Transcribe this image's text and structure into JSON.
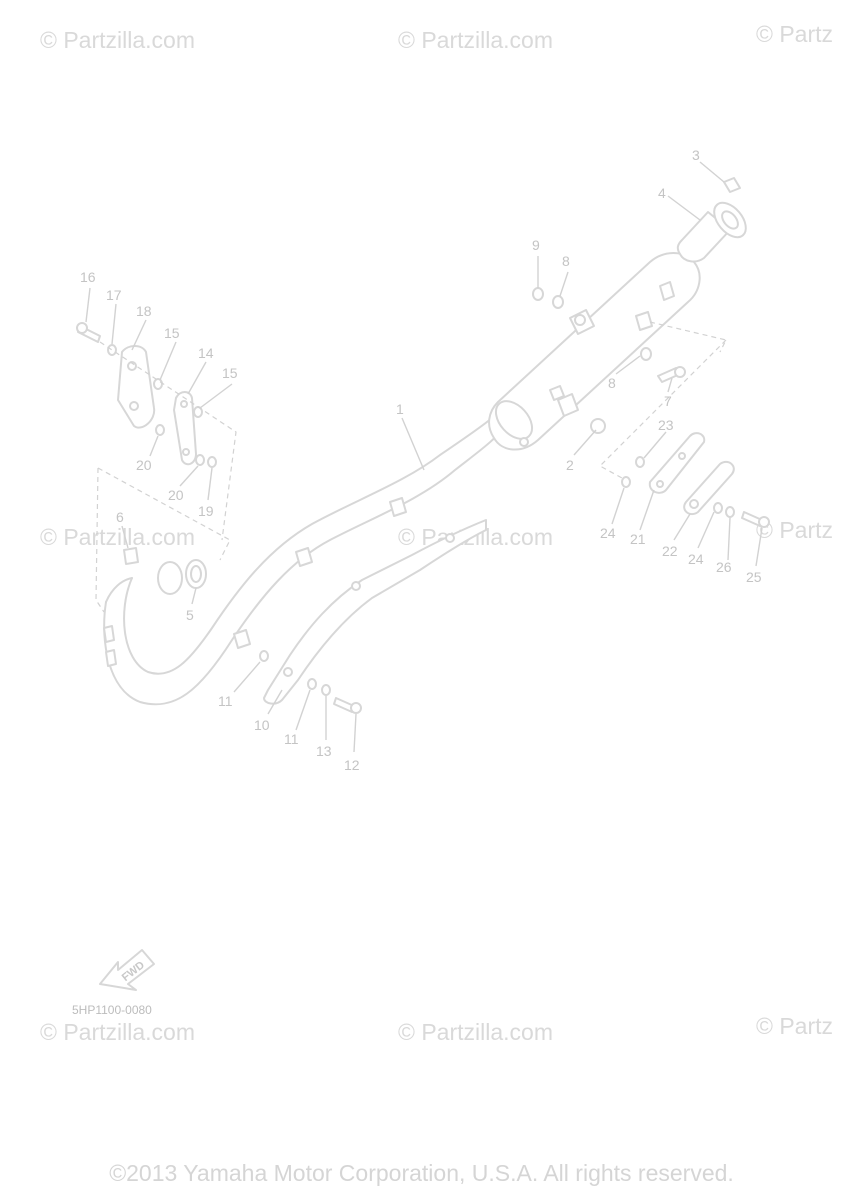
{
  "watermarks": [
    "© Partzilla.com",
    "© Partzilla.com",
    "© Partz",
    "© Partzilla.com",
    "© Partzilla.com",
    "© Partz",
    "© Partzilla.com",
    "© Partzilla.com",
    "© Partz"
  ],
  "callouts": [
    "1",
    "2",
    "3",
    "4",
    "5",
    "6",
    "7",
    "8",
    "8",
    "9",
    "10",
    "11",
    "11",
    "12",
    "13",
    "14",
    "15",
    "15",
    "16",
    "17",
    "18",
    "19",
    "20",
    "20",
    "21",
    "22",
    "23",
    "24",
    "24",
    "25",
    "26"
  ],
  "fwd_label": "FWD",
  "diagram_code": "5HP1100-0080",
  "copyright": "©2013 Yamaha Motor Corporation, U.S.A. All rights reserved."
}
